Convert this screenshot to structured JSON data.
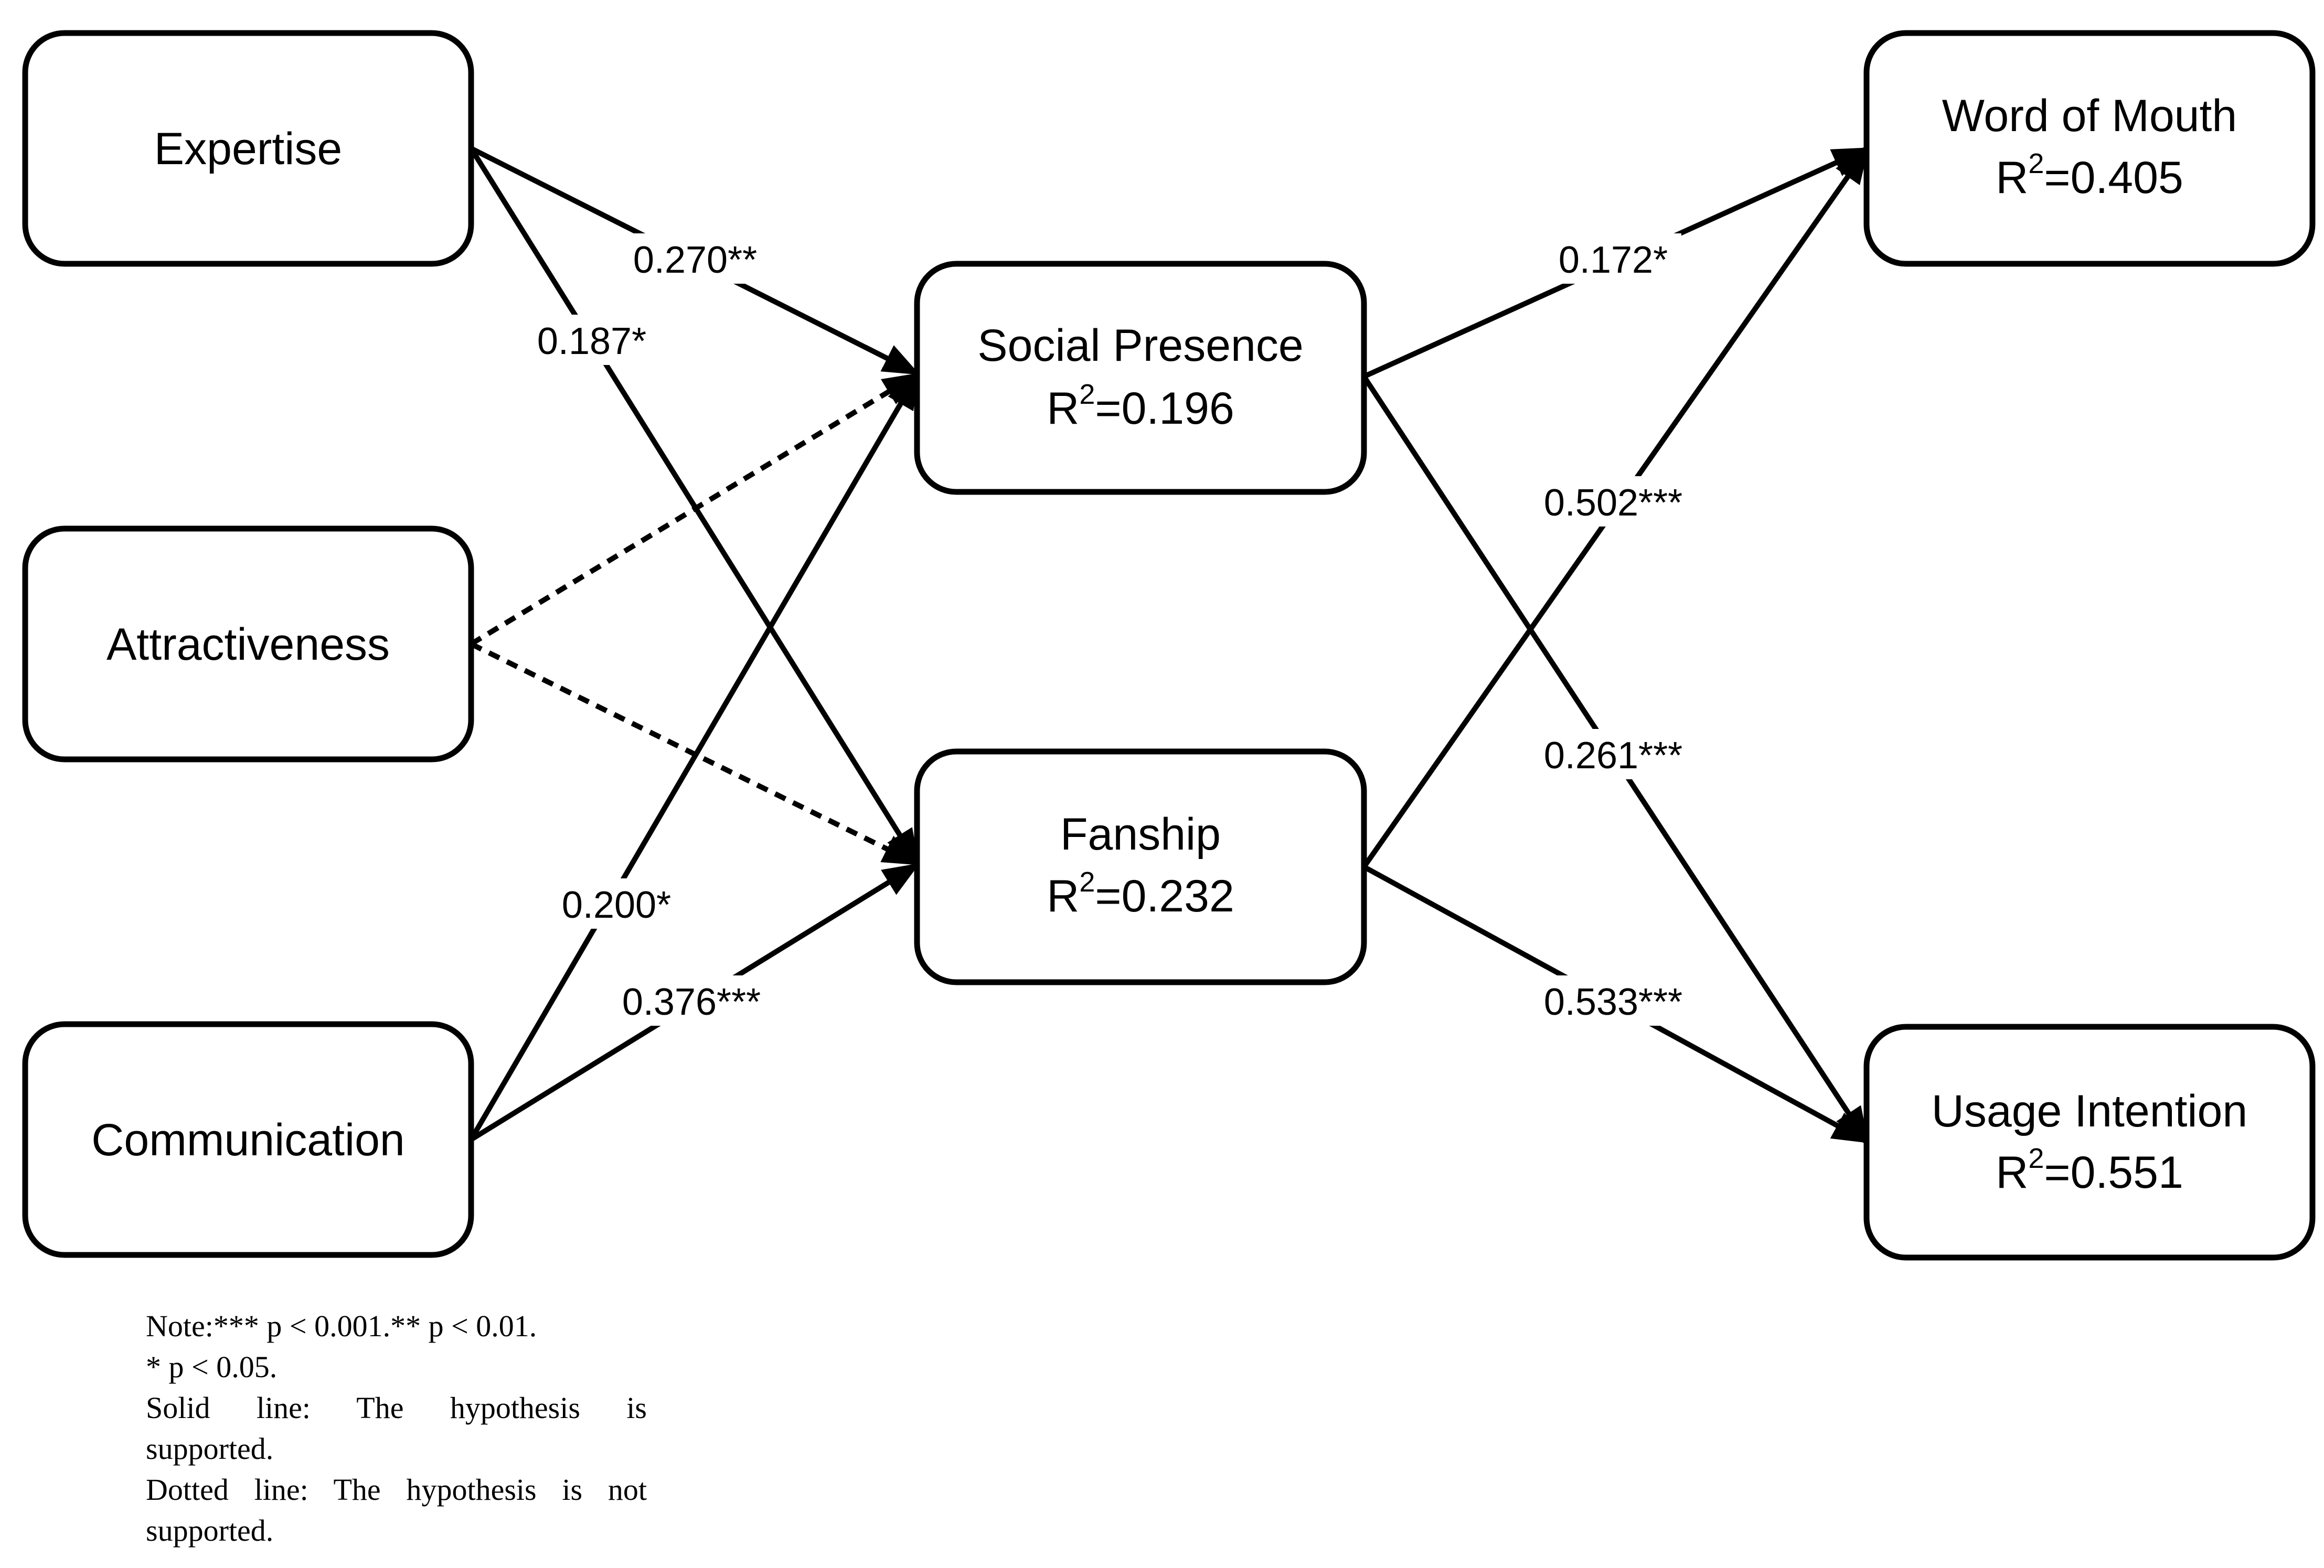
{
  "nodes": {
    "expertise": {
      "name": "Expertise"
    },
    "attractiveness": {
      "name": "Attractiveness"
    },
    "communication": {
      "name": "Communication"
    },
    "social_presence": {
      "name": "Social Presence",
      "r2_prefix": "R",
      "r2_exp": "2",
      "r2_value": "=0.196"
    },
    "fanship": {
      "name": "Fanship",
      "r2_prefix": "R",
      "r2_exp": "2",
      "r2_value": "=0.232"
    },
    "word_of_mouth": {
      "name": "Word of Mouth",
      "r2_prefix": "R",
      "r2_exp": "2",
      "r2_value": "=0.405"
    },
    "usage_intention": {
      "name": "Usage Intention",
      "r2_prefix": "R",
      "r2_exp": "2",
      "r2_value": "=0.551"
    }
  },
  "edges": [
    {
      "from": "expertise",
      "to": "social_presence",
      "label": "0.270**",
      "style": "solid"
    },
    {
      "from": "expertise",
      "to": "fanship",
      "label": "0.187*",
      "style": "solid"
    },
    {
      "from": "attractiveness",
      "to": "social_presence",
      "label": "",
      "style": "dotted"
    },
    {
      "from": "attractiveness",
      "to": "fanship",
      "label": "",
      "style": "dotted"
    },
    {
      "from": "communication",
      "to": "social_presence",
      "label": "0.200*",
      "style": "solid"
    },
    {
      "from": "communication",
      "to": "fanship",
      "label": "0.376***",
      "style": "solid"
    },
    {
      "from": "social_presence",
      "to": "word_of_mouth",
      "label": "0.172*",
      "style": "solid"
    },
    {
      "from": "social_presence",
      "to": "usage_intention",
      "label": "0.261***",
      "style": "solid"
    },
    {
      "from": "fanship",
      "to": "word_of_mouth",
      "label": "0.502***",
      "style": "solid"
    },
    {
      "from": "fanship",
      "to": "usage_intention",
      "label": "0.533***",
      "style": "solid"
    }
  ],
  "note": {
    "line1": "Note:*** p < 0.001.** p < 0.01.",
    "line2": "* p < 0.05.",
    "line3": "Solid line: The hypothesis is",
    "line4": "supported.",
    "line5": "Dotted line: The hypothesis is not",
    "line6": "supported."
  }
}
